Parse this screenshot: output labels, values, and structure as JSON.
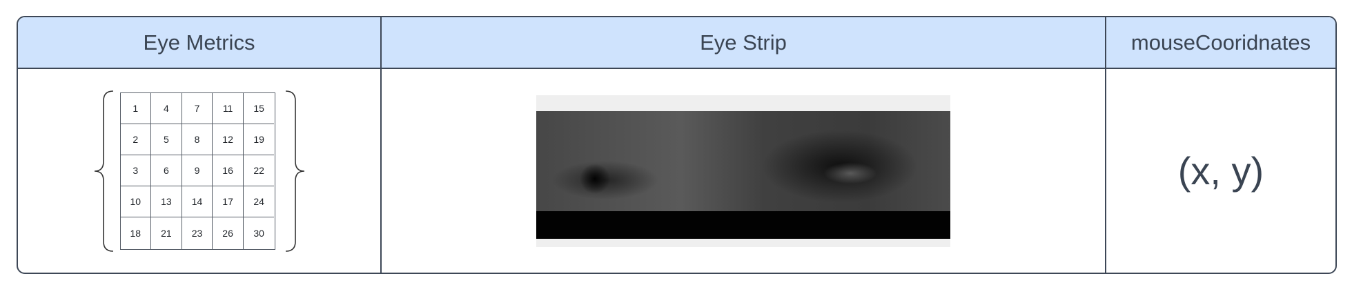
{
  "headers": {
    "eye_metrics": "Eye Metrics",
    "eye_strip": "Eye Strip",
    "mouse_coordinates": "mouseCooridnates"
  },
  "matrix": {
    "rows": [
      [
        "1",
        "4",
        "7",
        "11",
        "15"
      ],
      [
        "2",
        "5",
        "8",
        "12",
        "19"
      ],
      [
        "3",
        "6",
        "9",
        "16",
        "22"
      ],
      [
        "10",
        "13",
        "14",
        "17",
        "24"
      ],
      [
        "18",
        "21",
        "23",
        "26",
        "30"
      ]
    ]
  },
  "coordinates_text": "(x, y)",
  "colors": {
    "header_bg": "#cfe3fd",
    "border": "#3d4756",
    "text": "#3a4452"
  }
}
